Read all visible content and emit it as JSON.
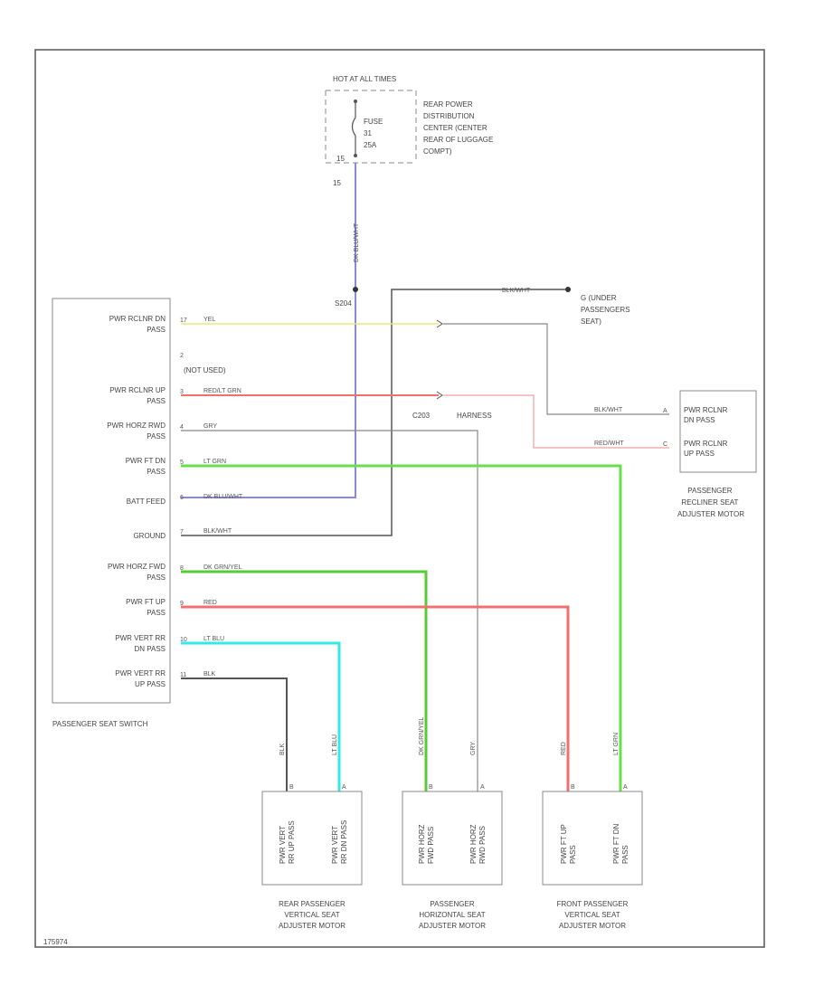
{
  "colors": {
    "frame": "#555555",
    "yellow": "#e8e87a",
    "red": "#f07070",
    "pink": "#f0a0a0",
    "green": "#66e04a",
    "green2": "#55cc33",
    "blue": "#8888e0",
    "cyan": "#33e8e8",
    "gray": "#888888",
    "dark": "#555555",
    "black": "#333333"
  },
  "fuse": {
    "header": "HOT AT ALL TIMES",
    "fuse_label": "FUSE",
    "fuse_amp": "31",
    "fuse_rating": "25A",
    "pin": "15",
    "center_name": "REAR POWER DISTRIBUTION CENTER (CENTER REAR OF LUGGAGE COMPT)"
  },
  "splice": "S204",
  "ground": {
    "wire": "BLK/WHT",
    "name": "G (UNDER PASSENGERS SEAT)"
  },
  "switch": {
    "caption": "PASSENGER SEAT SWITCH",
    "not_used": "(NOT USED)",
    "pins": [
      {
        "label": "PWR RCLNR DN PASS",
        "pin": "17",
        "wire": "YEL"
      },
      {
        "label": "",
        "pin": "2",
        "wire": ""
      },
      {
        "label": "PWR RCLNR UP PASS",
        "pin": "3",
        "wire": "RED/LT GRN"
      },
      {
        "label": "PWR HORZ RWD PASS",
        "pin": "4",
        "wire": "GRY"
      },
      {
        "label": "PWR FT DN PASS",
        "pin": "5",
        "wire": "LT GRN"
      },
      {
        "label": "BATT FEED",
        "pin": "6",
        "wire": "DK BLU/WHT"
      },
      {
        "label": "GROUND",
        "pin": "7",
        "wire": "BLK/WHT"
      },
      {
        "label": "PWR HORZ FWD PASS",
        "pin": "8",
        "wire": "DK GRN/YEL"
      },
      {
        "label": "PWR FT UP PASS",
        "pin": "9",
        "wire": "RED"
      },
      {
        "label": "PWR VERT RR DN PASS",
        "pin": "10",
        "wire": "LT BLU"
      },
      {
        "label": "PWR VERT RR UP PASS",
        "pin": "11",
        "wire": "BLK"
      }
    ]
  },
  "connectors": {
    "c": "C203",
    "h": "HARNESS"
  },
  "recliner_motor": {
    "caption": "PASSENGER RECLINER SEAT ADJUSTER MOTOR",
    "rows": [
      {
        "label": "PWR RCLNR DN PASS",
        "wire": "BLK/WHT",
        "pin": "A"
      },
      {
        "label": "PWR RCLNR UP PASS",
        "wire": "RED/WHT",
        "pin": "C"
      }
    ]
  },
  "motors": [
    {
      "caption": "REAR PASSENGER VERTICAL SEAT ADJUSTER MOTOR",
      "pins": [
        {
          "wire": "BLK",
          "pin": "B",
          "label": "PWR VERT RR UP PASS"
        },
        {
          "wire": "LT BLU",
          "pin": "A",
          "label": "PWR VERT RR DN PASS"
        }
      ]
    },
    {
      "caption": "PASSENGER HORIZONTAL SEAT ADJUSTER MOTOR",
      "pins": [
        {
          "wire": "DK GRN/YEL",
          "pin": "B",
          "label": "PWR HORZ FWD PASS"
        },
        {
          "wire": "GRY",
          "pin": "A",
          "label": "PWR HORZ RWD PASS"
        }
      ]
    },
    {
      "caption": "FRONT PASSENGER VERTICAL SEAT ADJUSTER MOTOR",
      "pins": [
        {
          "wire": "RED",
          "pin": "B",
          "label": "PWR FT UP PASS"
        },
        {
          "wire": "LT GRN",
          "pin": "A",
          "label": "PWR FT DN PASS"
        }
      ]
    }
  ],
  "battery_wire": "DK BLU/WHT",
  "figure_id": "175974"
}
